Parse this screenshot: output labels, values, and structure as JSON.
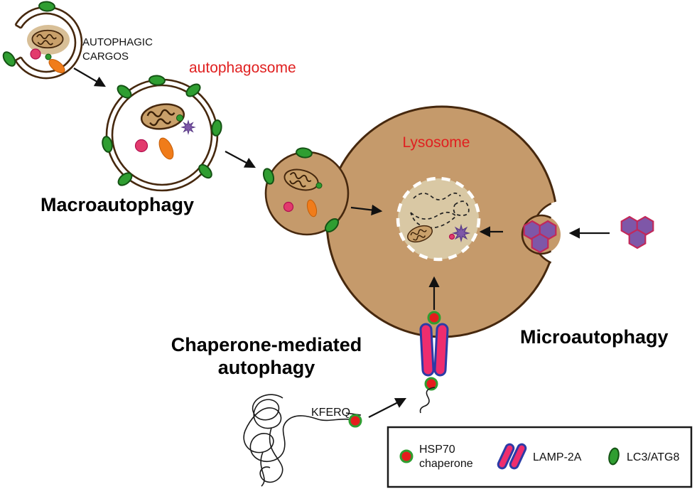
{
  "labels": {
    "autophagic_cargos_line1": "AUTOPHAGIC",
    "autophagic_cargos_line2": "CARGOS",
    "autophagosome": "autophagosome",
    "macroautophagy": "Macroautophagy",
    "lysosome": "Lysosome",
    "microautophagy": "Microautophagy",
    "chaperone_mediated_line1": "Chaperone-mediated",
    "chaperone_mediated_line2": "autophagy",
    "kferq": "KFERQ"
  },
  "legend": {
    "hsp70_line1": "HSP70",
    "hsp70_line2": "chaperone",
    "lamp2a": "LAMP-2A",
    "lc3": "LC3/ATG8"
  },
  "icons": {
    "hsp70-icon": "red circle with green outline",
    "lamp2a-icon": "pink capsule with blue outline",
    "lc3-icon": "green oval",
    "mitochondrion-icon": "tan oval with dark brown cristae squiggles",
    "protein-aggregate-icon": "cluster of purple hexagons with pink outline",
    "degraded-protein-star-icon": "purple star burst",
    "substrate-protein-icon": "tangled black line (unfolded protein)",
    "arrow-icon": "black straight arrow"
  },
  "colors": {
    "lysosome_fill": "#c59a6b",
    "degradation_fill": "#d9c8a4",
    "membrane_outline": "#46280e",
    "label_red": "#e02020",
    "lc3_green": "#2f9e31",
    "lc3_outline": "#145214",
    "cargo_pink": "#e23a6d",
    "cargo_orange": "#f07c1a",
    "aggregate_purple": "#7e57a8",
    "aggregate_outline": "#c2285a",
    "hsp70_red": "#e51d1d",
    "hsp70_outline": "#2f9e31",
    "lamp2a_pink": "#ee2d6e",
    "lamp2a_outline": "#2c3ba6",
    "mito_fill": "#c9a06a",
    "mito_lines": "#3a2008"
  }
}
